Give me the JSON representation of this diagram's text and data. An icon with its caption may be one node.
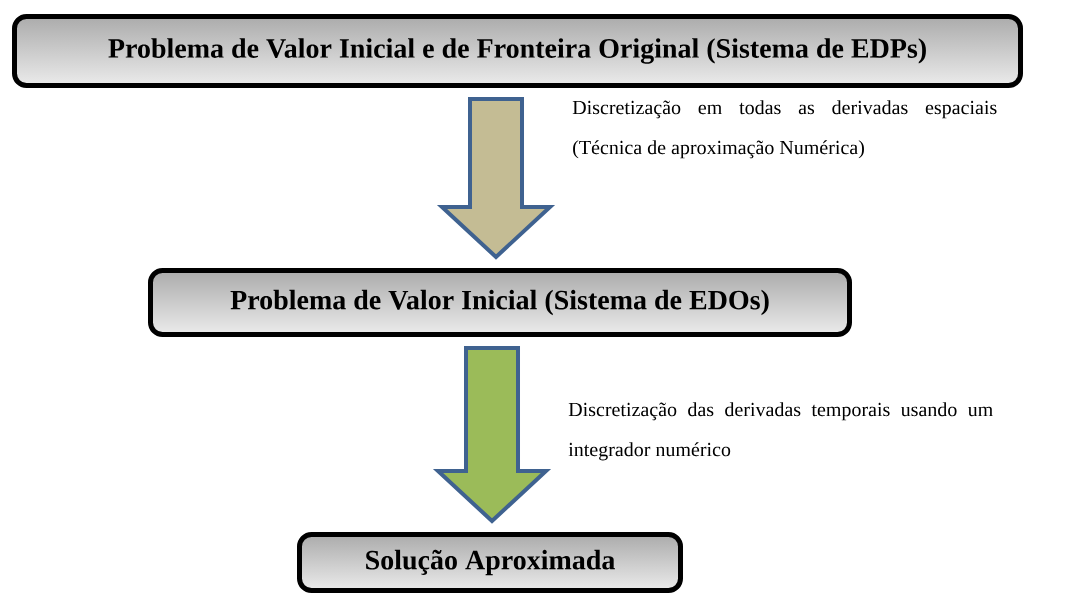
{
  "diagram": {
    "nodes": [
      {
        "text": [
          "Problema de Valor Inicial e de Fronteira Original (Sistema de EDPs)"
        ]
      },
      {
        "text": [
          "Problema de Valor Inicial (Sistema de EDOs)"
        ]
      },
      {
        "text": [
          "Solução Aproximada"
        ]
      }
    ],
    "edges": [
      {
        "from": 0,
        "to": 1,
        "arrow": "to",
        "label": "Discretização em todas as derivadas espaciais (Técnica de aproximação Numérica)",
        "color": "#c4bc94"
      },
      {
        "from": 1,
        "to": 2,
        "arrow": "to",
        "label": "Discretização das derivadas temporais usando um integrador numérico",
        "color": "#9bbb59"
      }
    ]
  }
}
